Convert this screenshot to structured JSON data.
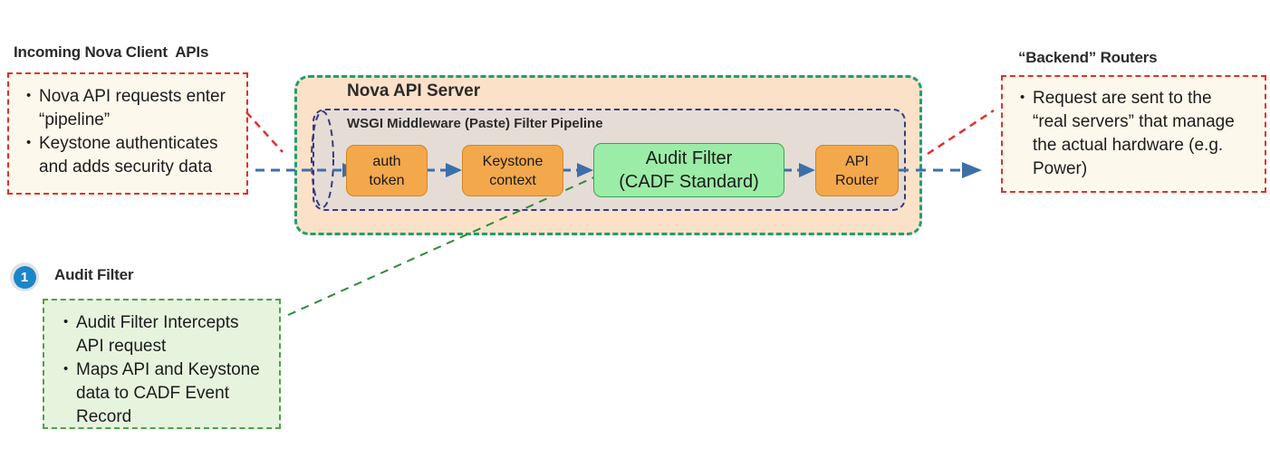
{
  "left_panel": {
    "header": "Incoming Nova Client  APIs",
    "bullets": [
      "Nova API requests enter “pipeline”",
      "Keystone authenticates and adds security data"
    ]
  },
  "right_panel": {
    "header": "“Backend” Routers",
    "bullets": [
      "Request are sent to the “real servers” that manage the actual hardware (e.g. Power)"
    ]
  },
  "server": {
    "title": "Nova API Server",
    "pipeline_title": "WSGI Middleware (Paste) Filter Pipeline",
    "stages": [
      {
        "line1": "auth",
        "line2": "token",
        "kind": "orange"
      },
      {
        "line1": "Keystone",
        "line2": "context",
        "kind": "orange"
      },
      {
        "line1": "Audit Filter",
        "line2": "(CADF Standard)",
        "kind": "green"
      },
      {
        "line1": "API",
        "line2": "Router",
        "kind": "orange"
      }
    ]
  },
  "note": {
    "number": "1",
    "header": "Audit Filter",
    "bullets": [
      "Audit Filter Intercepts API request",
      "Maps API and Keystone data to CADF Event Record"
    ]
  },
  "colors": {
    "red_dash": "#E03127",
    "green_dash": "#4BA346",
    "teal_dash": "#1E9E72",
    "navy_dash": "#3B3B78",
    "arrow_blue": "#3C6FA8",
    "orange_fill": "#F3A84C",
    "green_fill": "#9BECA6",
    "peach_fill": "#FBE1C8",
    "badge_blue": "#1B86C8"
  }
}
